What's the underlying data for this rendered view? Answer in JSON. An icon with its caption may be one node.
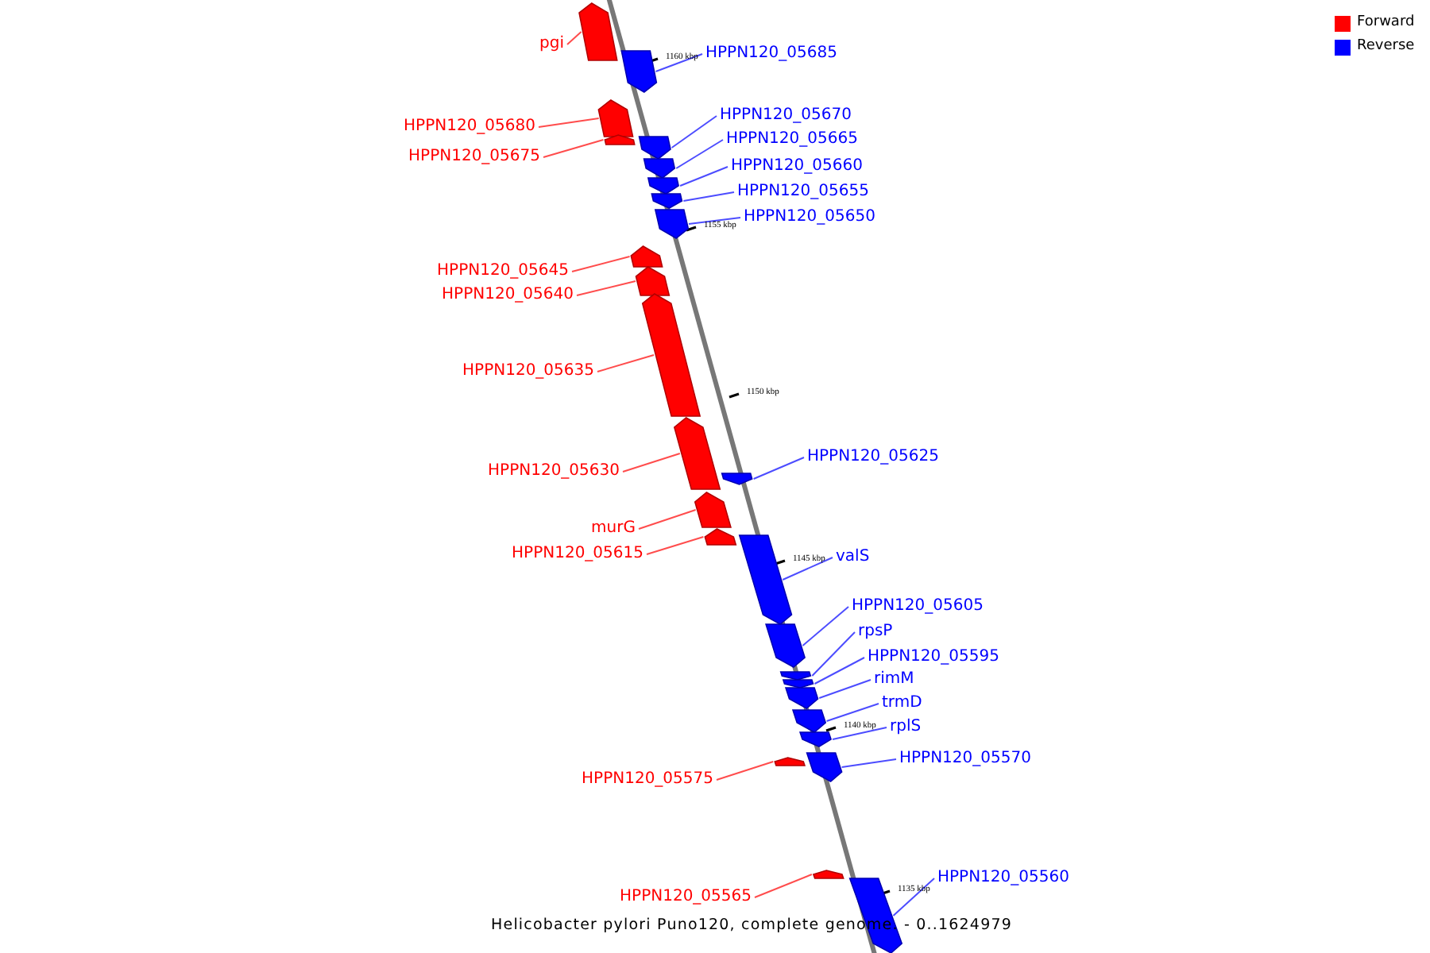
{
  "diagram": {
    "caption": "Helicobacter pylori Puno120, complete genome. - 0..1624979",
    "nodes": [
      {
        "text": [
          "pgi"
        ]
      },
      {
        "text": [],
        "shape": "bar"
      },
      {
        "text": [
          "HPPN120_05685"
        ]
      },
      {
        "text": [],
        "shape": "bar"
      },
      {
        "text": [
          "HPPN120_05670"
        ]
      },
      {
        "text": [],
        "shape": "bar"
      },
      {
        "text": [
          "HPPN120_05680"
        ]
      },
      {
        "text": [],
        "shape": "bar"
      },
      {
        "text": [
          "HPPN120_05665"
        ]
      },
      {
        "text": [],
        "shape": "bar"
      },
      {
        "text": [
          "HPPN120_05675"
        ]
      },
      {
        "text": [],
        "shape": "bar"
      },
      {
        "text": [
          "HPPN120_05660"
        ]
      },
      {
        "text": [],
        "shape": "bar"
      },
      {
        "text": [
          "HPPN120_05655"
        ]
      },
      {
        "text": [],
        "shape": "bar"
      },
      {
        "text": [
          "HPPN120_05650"
        ]
      },
      {
        "text": [],
        "shape": "bar"
      },
      {
        "text": [
          "HPPN120_05645"
        ]
      },
      {
        "text": [],
        "shape": "bar"
      },
      {
        "text": [
          "HPPN120_05640"
        ]
      },
      {
        "text": [],
        "shape": "bar"
      },
      {
        "text": [
          "HPPN120_05635"
        ]
      },
      {
        "text": [],
        "shape": "bar"
      },
      {
        "text": [
          "HPPN120_05625"
        ]
      },
      {
        "text": [],
        "shape": "bar"
      },
      {
        "text": [
          "HPPN120_05630"
        ]
      },
      {
        "text": [],
        "shape": "bar"
      },
      {
        "text": [
          "murG"
        ]
      },
      {
        "text": [],
        "shape": "bar"
      },
      {
        "text": [
          "HPPN120_05615"
        ]
      },
      {
        "text": [],
        "shape": "bar"
      },
      {
        "text": [
          "valS"
        ]
      },
      {
        "text": [],
        "shape": "bar"
      },
      {
        "text": [
          "HPPN120_05605"
        ]
      },
      {
        "text": [],
        "shape": "bar"
      },
      {
        "text": [
          "rpsP"
        ]
      },
      {
        "text": [],
        "shape": "bar"
      },
      {
        "text": [
          "HPPN120_05595"
        ]
      },
      {
        "text": [],
        "shape": "bar"
      },
      {
        "text": [
          "rimM"
        ]
      },
      {
        "text": [],
        "shape": "bar"
      },
      {
        "text": [
          "trmD"
        ]
      },
      {
        "text": [],
        "shape": "bar"
      },
      {
        "text": [
          "rplS"
        ]
      },
      {
        "text": [],
        "shape": "bar"
      },
      {
        "text": [
          "HPPN120_05570"
        ]
      },
      {
        "text": [],
        "shape": "bar"
      },
      {
        "text": [
          "HPPN120_05575"
        ]
      },
      {
        "text": [],
        "shape": "bar"
      },
      {
        "text": [
          "HPPN120_05560"
        ]
      },
      {
        "text": [],
        "shape": "bar"
      },
      {
        "text": [
          "HPPN120_05565"
        ]
      },
      {
        "text": [],
        "shape": "bar"
      }
    ],
    "edges": [
      {
        "from": 0,
        "to": 1,
        "arrow": "none",
        "color": "#ff0000"
      },
      {
        "from": 2,
        "to": 3,
        "arrow": "none"
      },
      {
        "from": 4,
        "to": 5,
        "arrow": "none"
      },
      {
        "from": 6,
        "to": 7,
        "arrow": "none",
        "color": "#ff0000"
      },
      {
        "from": 8,
        "to": 9,
        "arrow": "none"
      },
      {
        "from": 10,
        "to": 11,
        "arrow": "none",
        "color": "#ff0000"
      },
      {
        "from": 12,
        "to": 13,
        "arrow": "none"
      },
      {
        "from": 14,
        "to": 15,
        "arrow": "none"
      },
      {
        "from": 16,
        "to": 17,
        "arrow": "none"
      },
      {
        "from": 18,
        "to": 19,
        "arrow": "none",
        "color": "#ff0000"
      },
      {
        "from": 20,
        "to": 21,
        "arrow": "none",
        "color": "#ff0000"
      },
      {
        "from": 22,
        "to": 23,
        "arrow": "none",
        "color": "#ff0000"
      },
      {
        "from": 24,
        "to": 25,
        "arrow": "none"
      },
      {
        "from": 26,
        "to": 27,
        "arrow": "none",
        "color": "#ff0000"
      },
      {
        "from": 28,
        "to": 29,
        "arrow": "none",
        "color": "#ff0000"
      },
      {
        "from": 30,
        "to": 31,
        "arrow": "none",
        "color": "#ff0000"
      },
      {
        "from": 32,
        "to": 33,
        "arrow": "none"
      },
      {
        "from": 34,
        "to": 35,
        "arrow": "none"
      },
      {
        "from": 36,
        "to": 37,
        "arrow": "none"
      },
      {
        "from": 38,
        "to": 39,
        "arrow": "none"
      },
      {
        "from": 40,
        "to": 41,
        "arrow": "none"
      },
      {
        "from": 42,
        "to": 43,
        "arrow": "none"
      },
      {
        "from": 44,
        "to": 45,
        "arrow": "none"
      },
      {
        "from": 46,
        "to": 47,
        "arrow": "none"
      },
      {
        "from": 48,
        "to": 49,
        "arrow": "none",
        "color": "#ff0000"
      },
      {
        "from": 50,
        "to": 51,
        "arrow": "none"
      },
      {
        "from": 52,
        "to": 53,
        "arrow": "none",
        "color": "#ff0000"
      }
    ],
    "labels": [
      "1160 kbp",
      "1155 kbp",
      "1150 kbp",
      "1145 kbp",
      "1140 kbp",
      "1135 kbp"
    ],
    "legend": [
      {
        "text": "Forward",
        "color": "#ff0000"
      },
      {
        "text": "Reverse",
        "color": "#0000ff"
      }
    ]
  }
}
